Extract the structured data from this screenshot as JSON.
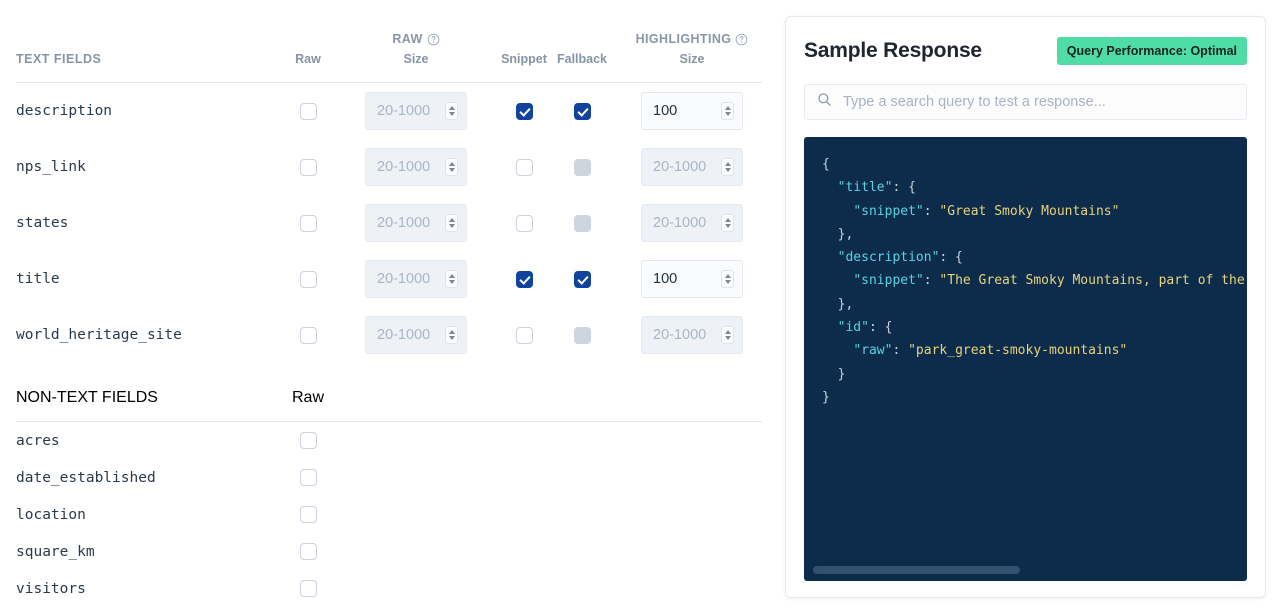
{
  "fields_table": {
    "group_headers": [
      {
        "label": "RAW",
        "help_icon": "question-circle-icon"
      },
      {
        "label": "HIGHLIGHTING",
        "help_icon": "question-circle-icon"
      }
    ],
    "text_section_title": "TEXT FIELDS",
    "columns": {
      "raw": "Raw",
      "raw_size": "Size",
      "snippet": "Snippet",
      "fallback": "Fallback",
      "highlight_size": "Size"
    },
    "size_placeholder": "20-1000",
    "text_fields": [
      {
        "name": "description",
        "raw": false,
        "raw_size": "",
        "snippet": true,
        "fallback": true,
        "fallback_disabled": false,
        "highlight_size": "100"
      },
      {
        "name": "nps_link",
        "raw": false,
        "raw_size": "",
        "snippet": false,
        "fallback": false,
        "fallback_disabled": true,
        "highlight_size": ""
      },
      {
        "name": "states",
        "raw": false,
        "raw_size": "",
        "snippet": false,
        "fallback": false,
        "fallback_disabled": true,
        "highlight_size": ""
      },
      {
        "name": "title",
        "raw": false,
        "raw_size": "",
        "snippet": true,
        "fallback": true,
        "fallback_disabled": false,
        "highlight_size": "100"
      },
      {
        "name": "world_heritage_site",
        "raw": false,
        "raw_size": "",
        "snippet": false,
        "fallback": false,
        "fallback_disabled": true,
        "highlight_size": ""
      }
    ],
    "nontext_section_title": "NON-TEXT FIELDS",
    "nontext_column": "Raw",
    "nontext_fields": [
      {
        "name": "acres",
        "raw": false
      },
      {
        "name": "date_established",
        "raw": false
      },
      {
        "name": "location",
        "raw": false
      },
      {
        "name": "square_km",
        "raw": false
      },
      {
        "name": "visitors",
        "raw": false
      }
    ]
  },
  "response_panel": {
    "title": "Sample Response",
    "performance_badge": "Query Performance: Optimal",
    "badge_color": "#4fdca5",
    "search": {
      "icon": "search-icon",
      "value": "",
      "placeholder": "Type a search query to test a response..."
    },
    "code_background": "#0d2c4b",
    "code_lines": [
      [
        {
          "t": "{",
          "c": "p"
        }
      ],
      [
        {
          "t": "  ",
          "c": "p"
        },
        {
          "t": "\"title\"",
          "c": "k"
        },
        {
          "t": ": {",
          "c": "p"
        }
      ],
      [
        {
          "t": "    ",
          "c": "p"
        },
        {
          "t": "\"snippet\"",
          "c": "k"
        },
        {
          "t": ": ",
          "c": "p"
        },
        {
          "t": "\"Great Smoky Mountains\"",
          "c": "s"
        }
      ],
      [
        {
          "t": "  },",
          "c": "p"
        }
      ],
      [
        {
          "t": "  ",
          "c": "p"
        },
        {
          "t": "\"description\"",
          "c": "k"
        },
        {
          "t": ": {",
          "c": "p"
        }
      ],
      [
        {
          "t": "    ",
          "c": "p"
        },
        {
          "t": "\"snippet\"",
          "c": "k"
        },
        {
          "t": ": ",
          "c": "p"
        },
        {
          "t": "\"The Great Smoky Mountains, part of the Appa",
          "c": "s"
        }
      ],
      [
        {
          "t": "  },",
          "c": "p"
        }
      ],
      [
        {
          "t": "  ",
          "c": "p"
        },
        {
          "t": "\"id\"",
          "c": "k"
        },
        {
          "t": ": {",
          "c": "p"
        }
      ],
      [
        {
          "t": "    ",
          "c": "p"
        },
        {
          "t": "\"raw\"",
          "c": "k"
        },
        {
          "t": ": ",
          "c": "p"
        },
        {
          "t": "\"park_great-smoky-mountains\"",
          "c": "s"
        }
      ],
      [
        {
          "t": "  }",
          "c": "p"
        }
      ],
      [
        {
          "t": "}",
          "c": "p"
        }
      ]
    ]
  }
}
